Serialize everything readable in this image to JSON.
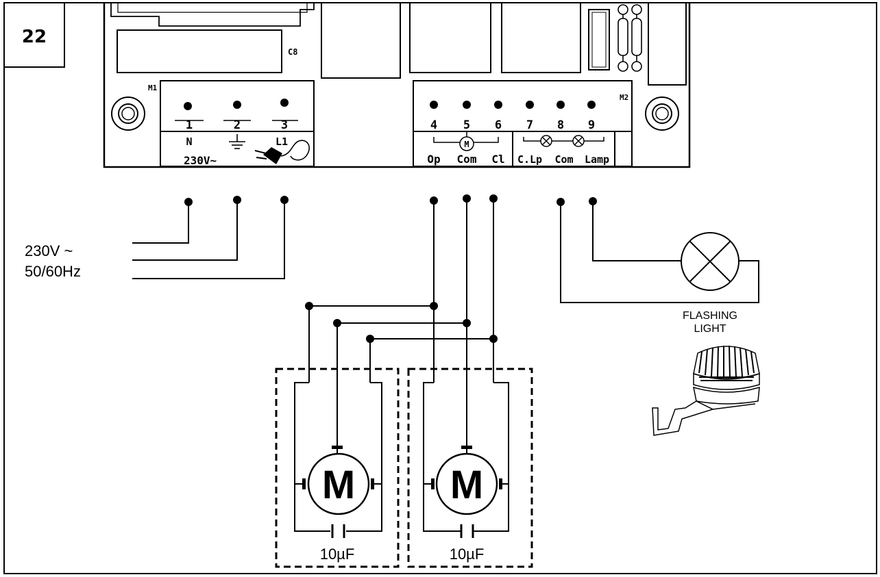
{
  "figure_number": "22",
  "board": {
    "capacitor_label": "C8",
    "m1_label": "M1",
    "m2_label": "M2",
    "m1_terminals": [
      {
        "num": "1",
        "label": "N"
      },
      {
        "num": "2",
        "label": ""
      },
      {
        "num": "3",
        "label": "L1"
      }
    ],
    "m1_voltage": "230V~",
    "m2_terminals": [
      {
        "num": "4",
        "label": "Op"
      },
      {
        "num": "5",
        "label": "Com"
      },
      {
        "num": "6",
        "label": "Cl"
      },
      {
        "num": "7",
        "label": "C.Lp"
      },
      {
        "num": "8",
        "label": "Com"
      },
      {
        "num": "9",
        "label": "Lamp"
      }
    ],
    "motor_symbol_letter": "M"
  },
  "supply": {
    "line1": "230V ~",
    "line2": "50/60Hz"
  },
  "flashing_light": {
    "line1": "FLASHING",
    "line2": "LIGHT"
  },
  "motors": [
    {
      "letter": "M",
      "capacitor": "10µF"
    },
    {
      "letter": "M",
      "capacitor": "10µF"
    }
  ],
  "colors": {
    "ink": "#000000",
    "background": "#ffffff",
    "board_fill": "#ffffff"
  },
  "icons": [
    "ground-icon",
    "plug-icon",
    "lamp-cross-icon",
    "flashing-light-icon",
    "motor-icon",
    "capacitor-icon"
  ]
}
